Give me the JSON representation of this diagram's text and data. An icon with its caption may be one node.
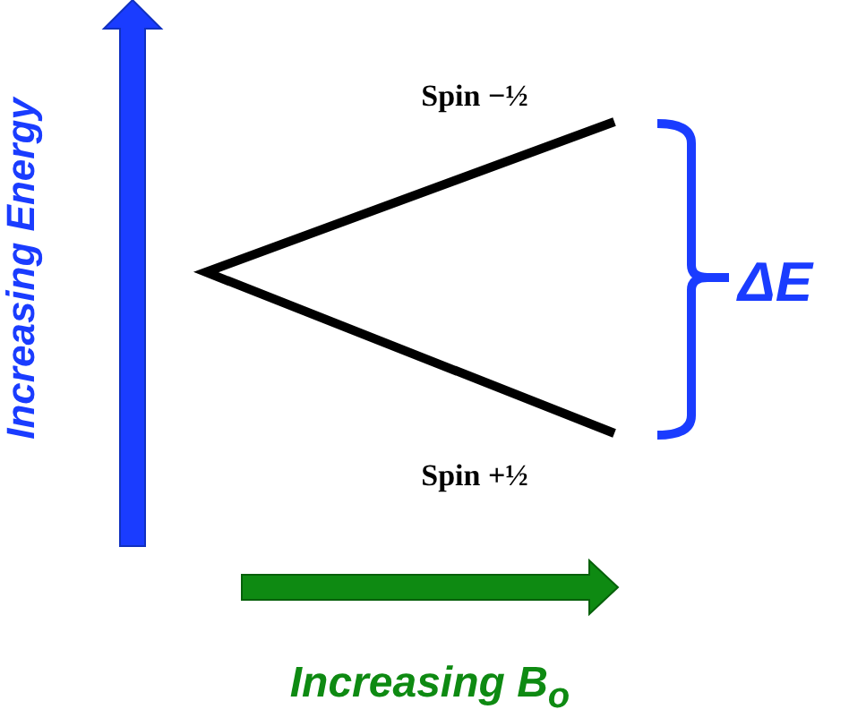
{
  "diagram": {
    "labels": [
      "Increasing Energy",
      "Spin −½",
      "ΔE",
      "Spin +½",
      "Increasing B$_{o}$"
    ]
  }
}
